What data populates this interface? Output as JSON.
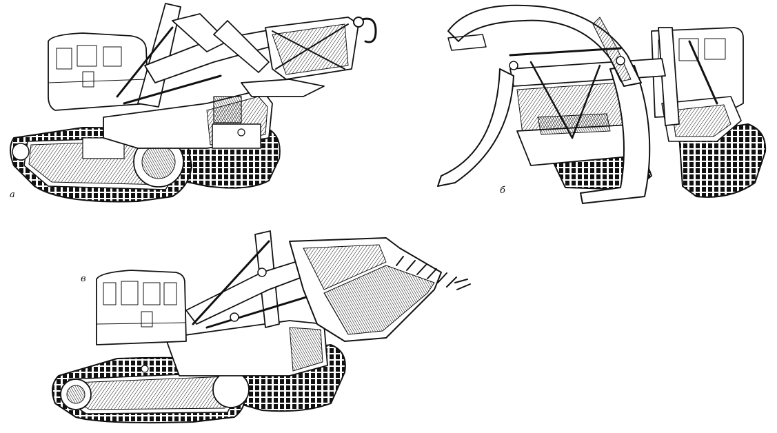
{
  "figure": {
    "panels": [
      {
        "key": "a",
        "label": "а"
      },
      {
        "key": "b",
        "label": "б"
      },
      {
        "key": "c",
        "label": "в"
      }
    ]
  }
}
